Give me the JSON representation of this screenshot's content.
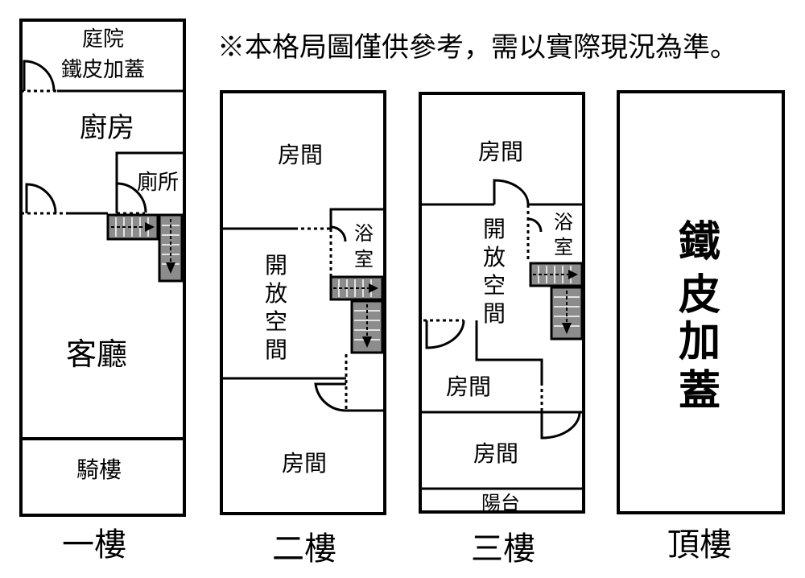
{
  "note": "※本格局圖僅供參考，需以實際現況為準。",
  "floors": [
    {
      "label": "一樓",
      "rooms": {
        "courtyard_line1": "庭院",
        "courtyard_line2": "鐵皮加蓋",
        "kitchen": "廚房",
        "toilet": "廁所",
        "living_room": "客廳",
        "arcade": "騎樓"
      }
    },
    {
      "label": "二樓",
      "rooms": {
        "room_top": "房間",
        "bath": [
          "浴",
          "室"
        ],
        "open_space": [
          "開",
          "放",
          "空",
          "間"
        ],
        "room_bottom": "房間"
      }
    },
    {
      "label": "三樓",
      "rooms": {
        "room_top": "房間",
        "bath": [
          "浴",
          "室"
        ],
        "open_space": [
          "開",
          "放",
          "空",
          "間"
        ],
        "room_mid": "房間",
        "room_bottom": "房間",
        "balcony": "陽台"
      }
    },
    {
      "label": "頂樓",
      "rooms": {
        "addition": [
          "鐵",
          "皮",
          "加",
          "蓋"
        ]
      }
    }
  ]
}
